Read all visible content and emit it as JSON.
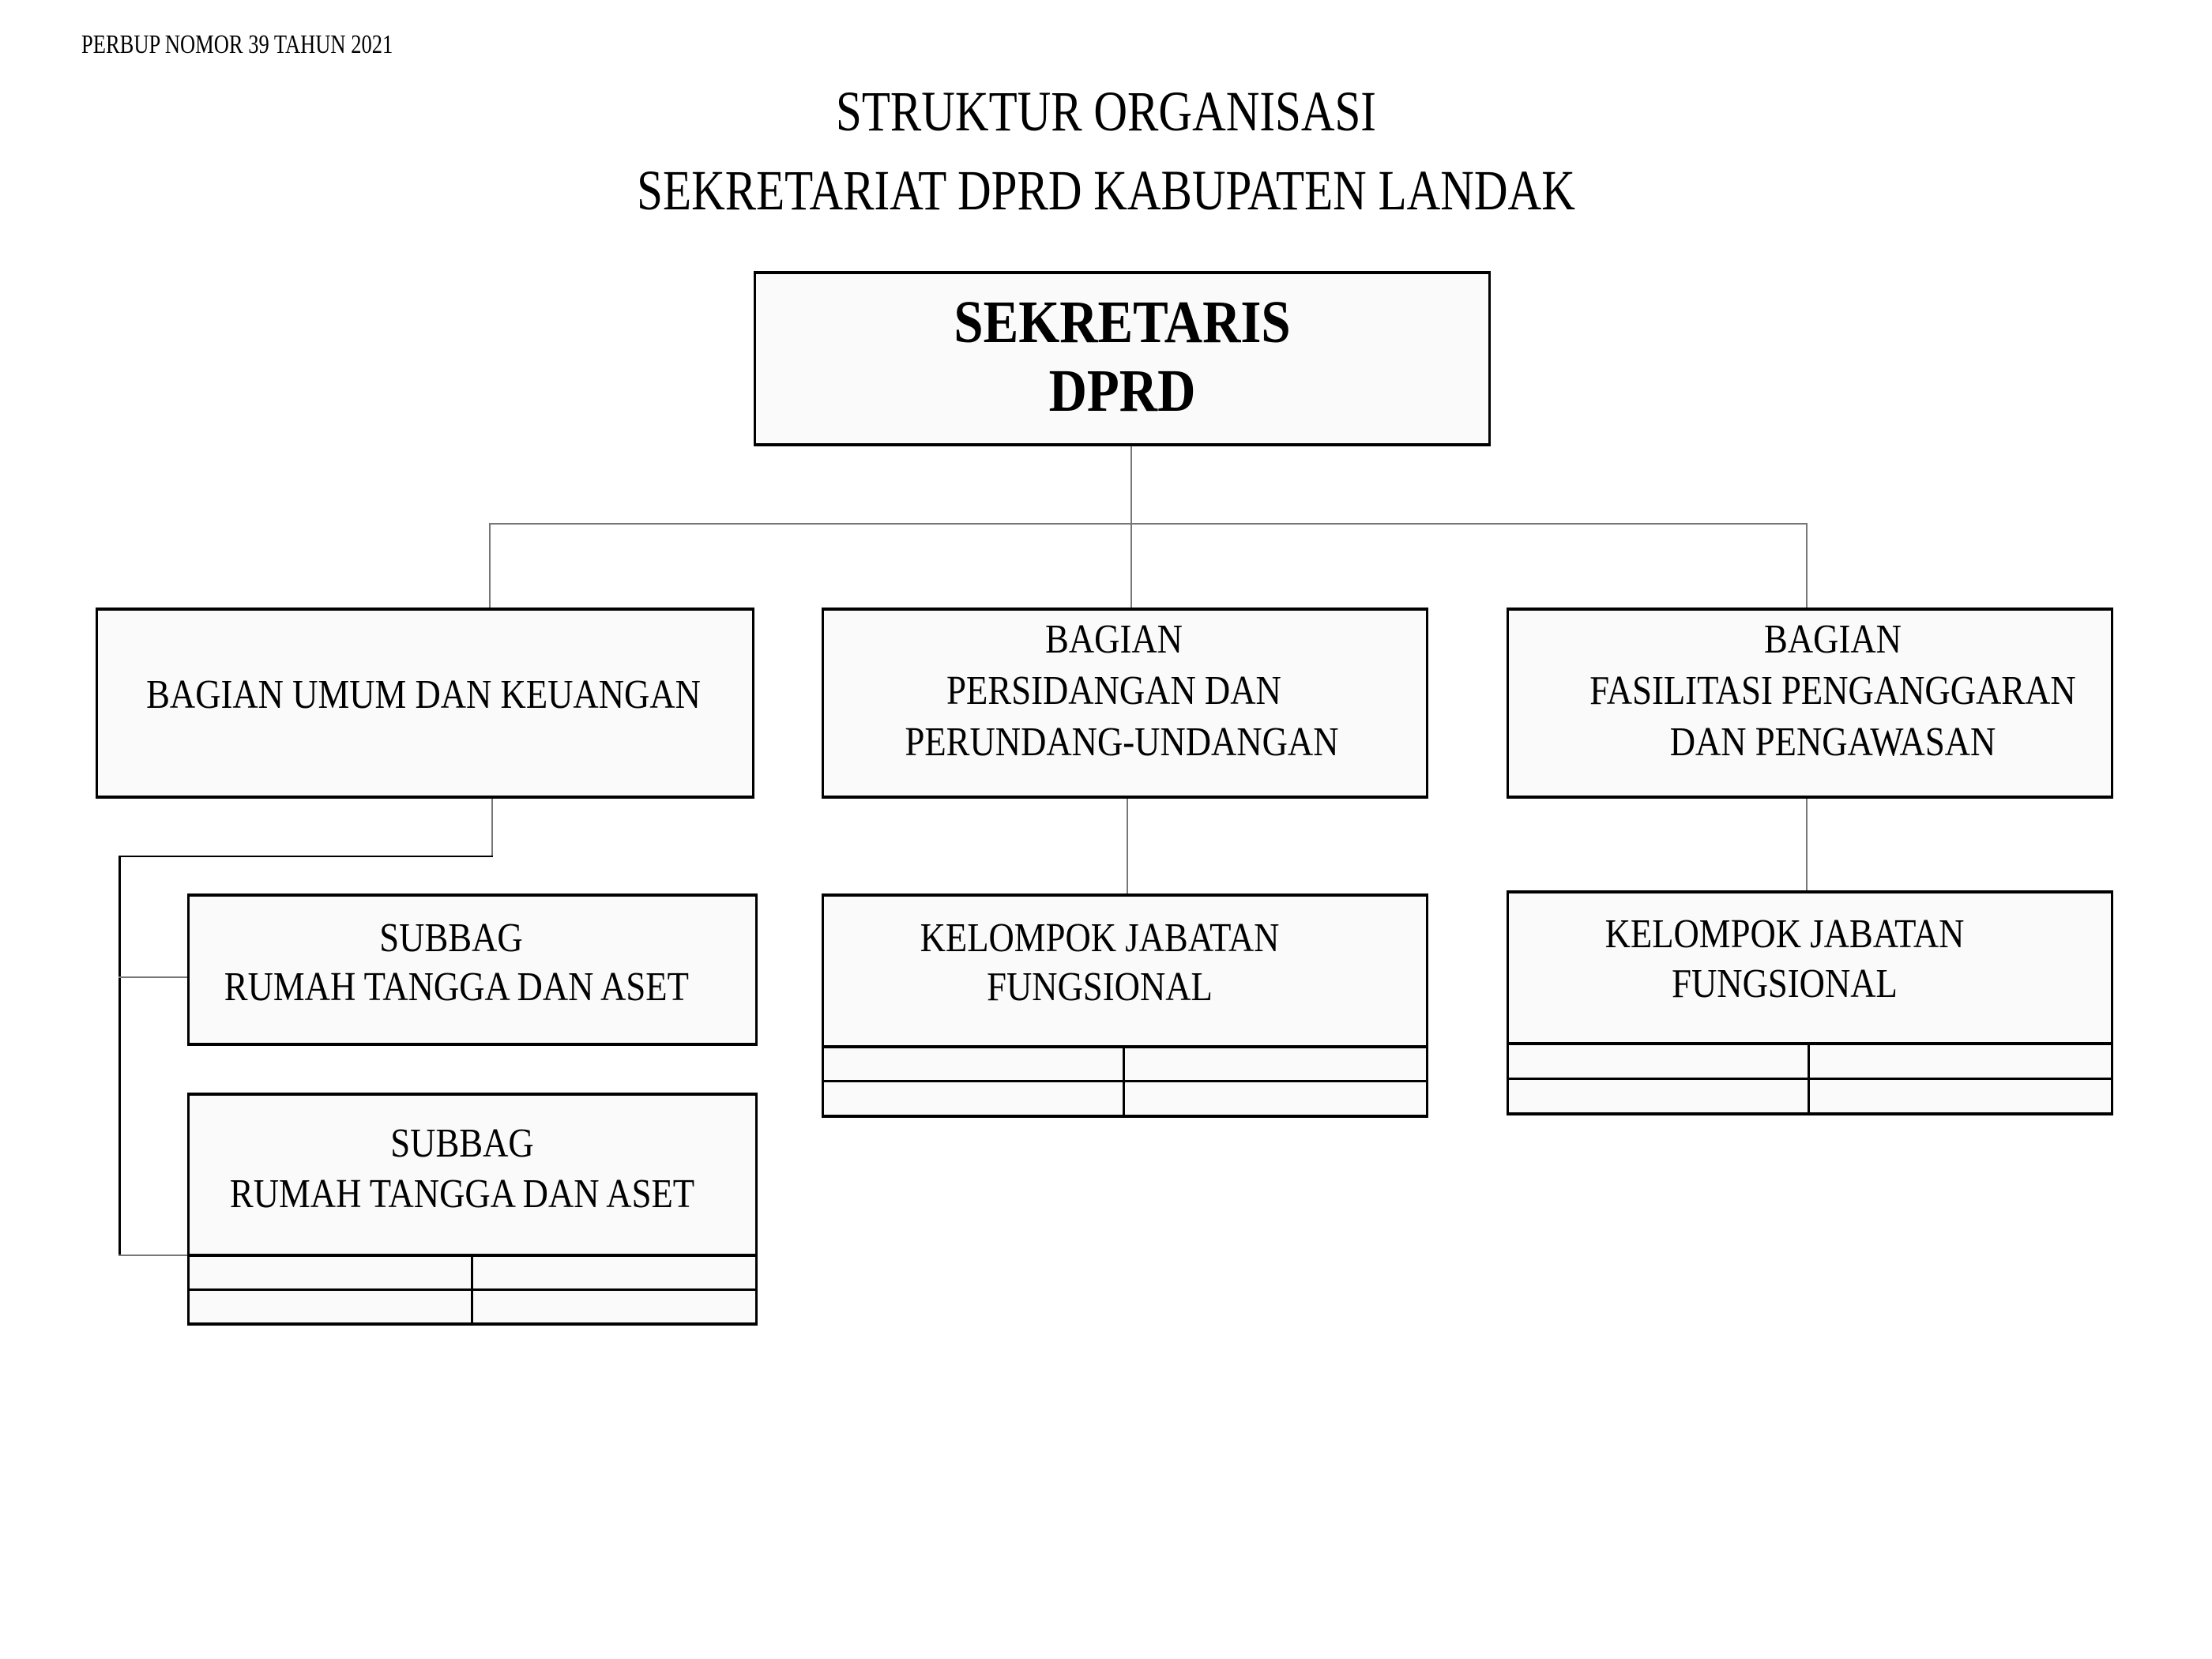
{
  "document": {
    "reference": "PERBUP NOMOR 39 TAHUN 2021",
    "title_line1": "STRUKTUR ORGANISASI",
    "title_line2": "SEKRETARIAT DPRD KABUPATEN LANDAK"
  },
  "chart": {
    "root": {
      "line1": "SEKRETARIS",
      "line2": "DPRD"
    },
    "departments": [
      {
        "line1": "BAGIAN UMUM DAN KEUANGAN"
      },
      {
        "line1": "BAGIAN",
        "line2": "PERSIDANGAN DAN",
        "line3": "PERUNDANG-UNDANGAN"
      },
      {
        "line1": "BAGIAN",
        "line2": "FASILITASI PENGANGGARAN",
        "line3": "DAN PENGAWASAN"
      }
    ],
    "subunits": [
      {
        "line1": "SUBBAG",
        "line2": "RUMAH TANGGA DAN ASET"
      },
      {
        "line1": "SUBBAG",
        "line2": "RUMAH TANGGA DAN ASET"
      },
      {
        "line1": "KELOMPOK JABATAN",
        "line2": "FUNGSIONAL"
      },
      {
        "line1": "KELOMPOK JABATAN",
        "line2": "FUNGSIONAL"
      }
    ]
  }
}
